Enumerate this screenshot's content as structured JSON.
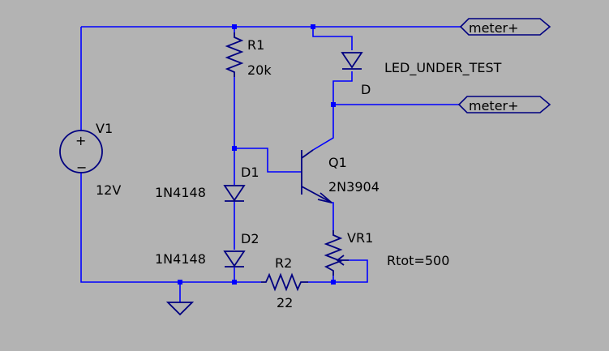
{
  "colors": {
    "background": "#b3b3b3",
    "wire": "#0000ff",
    "component": "#000080",
    "text": "#000000"
  },
  "labels": {
    "v1_name": "V1",
    "v1_value": "12V",
    "r1_name": "R1",
    "r1_value": "20k",
    "d1_name": "D1",
    "d1_value": "1N4148",
    "d2_name": "D2",
    "d2_value": "1N4148",
    "q1_name": "Q1",
    "q1_value": "2N3904",
    "r2_name": "R2",
    "r2_value": "22",
    "vr1_name": "VR1",
    "vr1_value": "Rtot=500",
    "led_name": "LED_UNDER_TEST",
    "led_label": "D",
    "flag_top": "meter+",
    "flag_mid": "meter+",
    "v1_plus": "+",
    "v1_minus": "−"
  }
}
